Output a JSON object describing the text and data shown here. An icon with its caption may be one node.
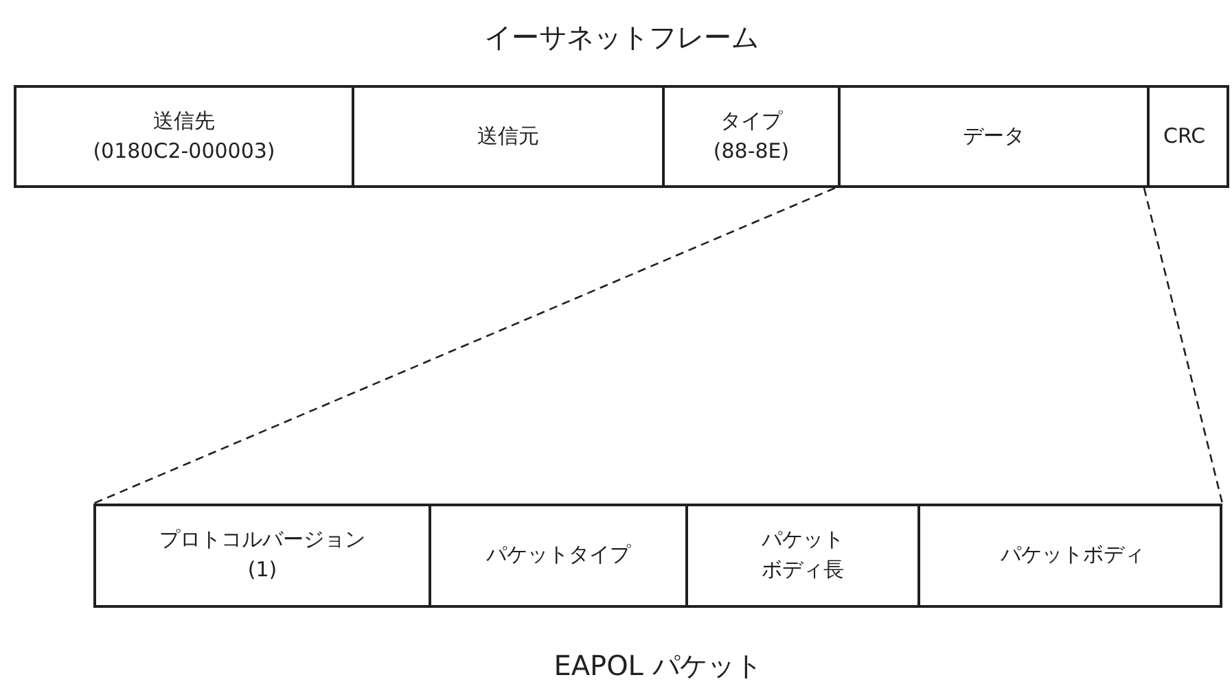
{
  "diagram": {
    "nodes": [
      {
        "text": [
          "イーサネットフレーム"
        ]
      },
      {
        "text": [
          "送信先",
          "(0180C2-000003)"
        ],
        "in": 0
      },
      {
        "text": [
          "送信元"
        ],
        "in": 0
      },
      {
        "text": [
          "タイプ",
          "(88-8E)"
        ],
        "in": 0
      },
      {
        "text": [
          "データ"
        ],
        "in": 0
      },
      {
        "text": [
          "CRC"
        ],
        "in": 0
      },
      {
        "text": [
          "EAPOL パケット"
        ]
      },
      {
        "text": [
          "プロトコルバージョン",
          "(1)"
        ],
        "in": 6
      },
      {
        "text": [
          "パケットタイプ"
        ],
        "in": 6
      },
      {
        "text": [
          "パケットボディ長"
        ],
        "in": 6
      },
      {
        "text": [
          "パケットボディ"
        ],
        "in": 6
      }
    ],
    "edges": [
      {
        "from": 4,
        "to": 6,
        "arrow": "none",
        "style": "dashed"
      },
      {
        "from": 4,
        "to": 6,
        "arrow": "none",
        "style": "dashed"
      }
    ]
  }
}
